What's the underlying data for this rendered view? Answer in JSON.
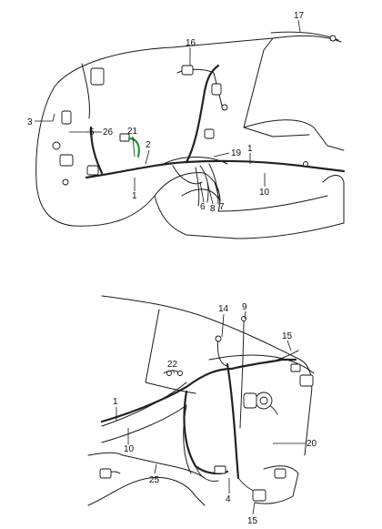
{
  "diagrams": [
    {
      "id": "upper",
      "labels": [
        {
          "key": "17",
          "text": "17"
        },
        {
          "key": "16",
          "text": "16"
        },
        {
          "key": "3",
          "text": "3"
        },
        {
          "key": "5",
          "text": "5"
        },
        {
          "key": "26",
          "text": "26"
        },
        {
          "key": "21",
          "text": "21"
        },
        {
          "key": "2",
          "text": "2"
        },
        {
          "key": "19",
          "text": "19"
        },
        {
          "key": "1",
          "text": "1"
        },
        {
          "key": "10",
          "text": "10"
        },
        {
          "key": "1b",
          "text": "1"
        },
        {
          "key": "6",
          "text": "6"
        },
        {
          "key": "8",
          "text": "8"
        },
        {
          "key": "7",
          "text": "7"
        }
      ]
    },
    {
      "id": "lower",
      "labels": [
        {
          "key": "14",
          "text": "14"
        },
        {
          "key": "9",
          "text": "9"
        },
        {
          "key": "15",
          "text": "15"
        },
        {
          "key": "22",
          "text": "22"
        },
        {
          "key": "1",
          "text": "1"
        },
        {
          "key": "10",
          "text": "10"
        },
        {
          "key": "20",
          "text": "20"
        },
        {
          "key": "25",
          "text": "25"
        },
        {
          "key": "4",
          "text": "4"
        },
        {
          "key": "15b",
          "text": "15"
        }
      ]
    }
  ],
  "highlight_color": "#1d9a2a"
}
